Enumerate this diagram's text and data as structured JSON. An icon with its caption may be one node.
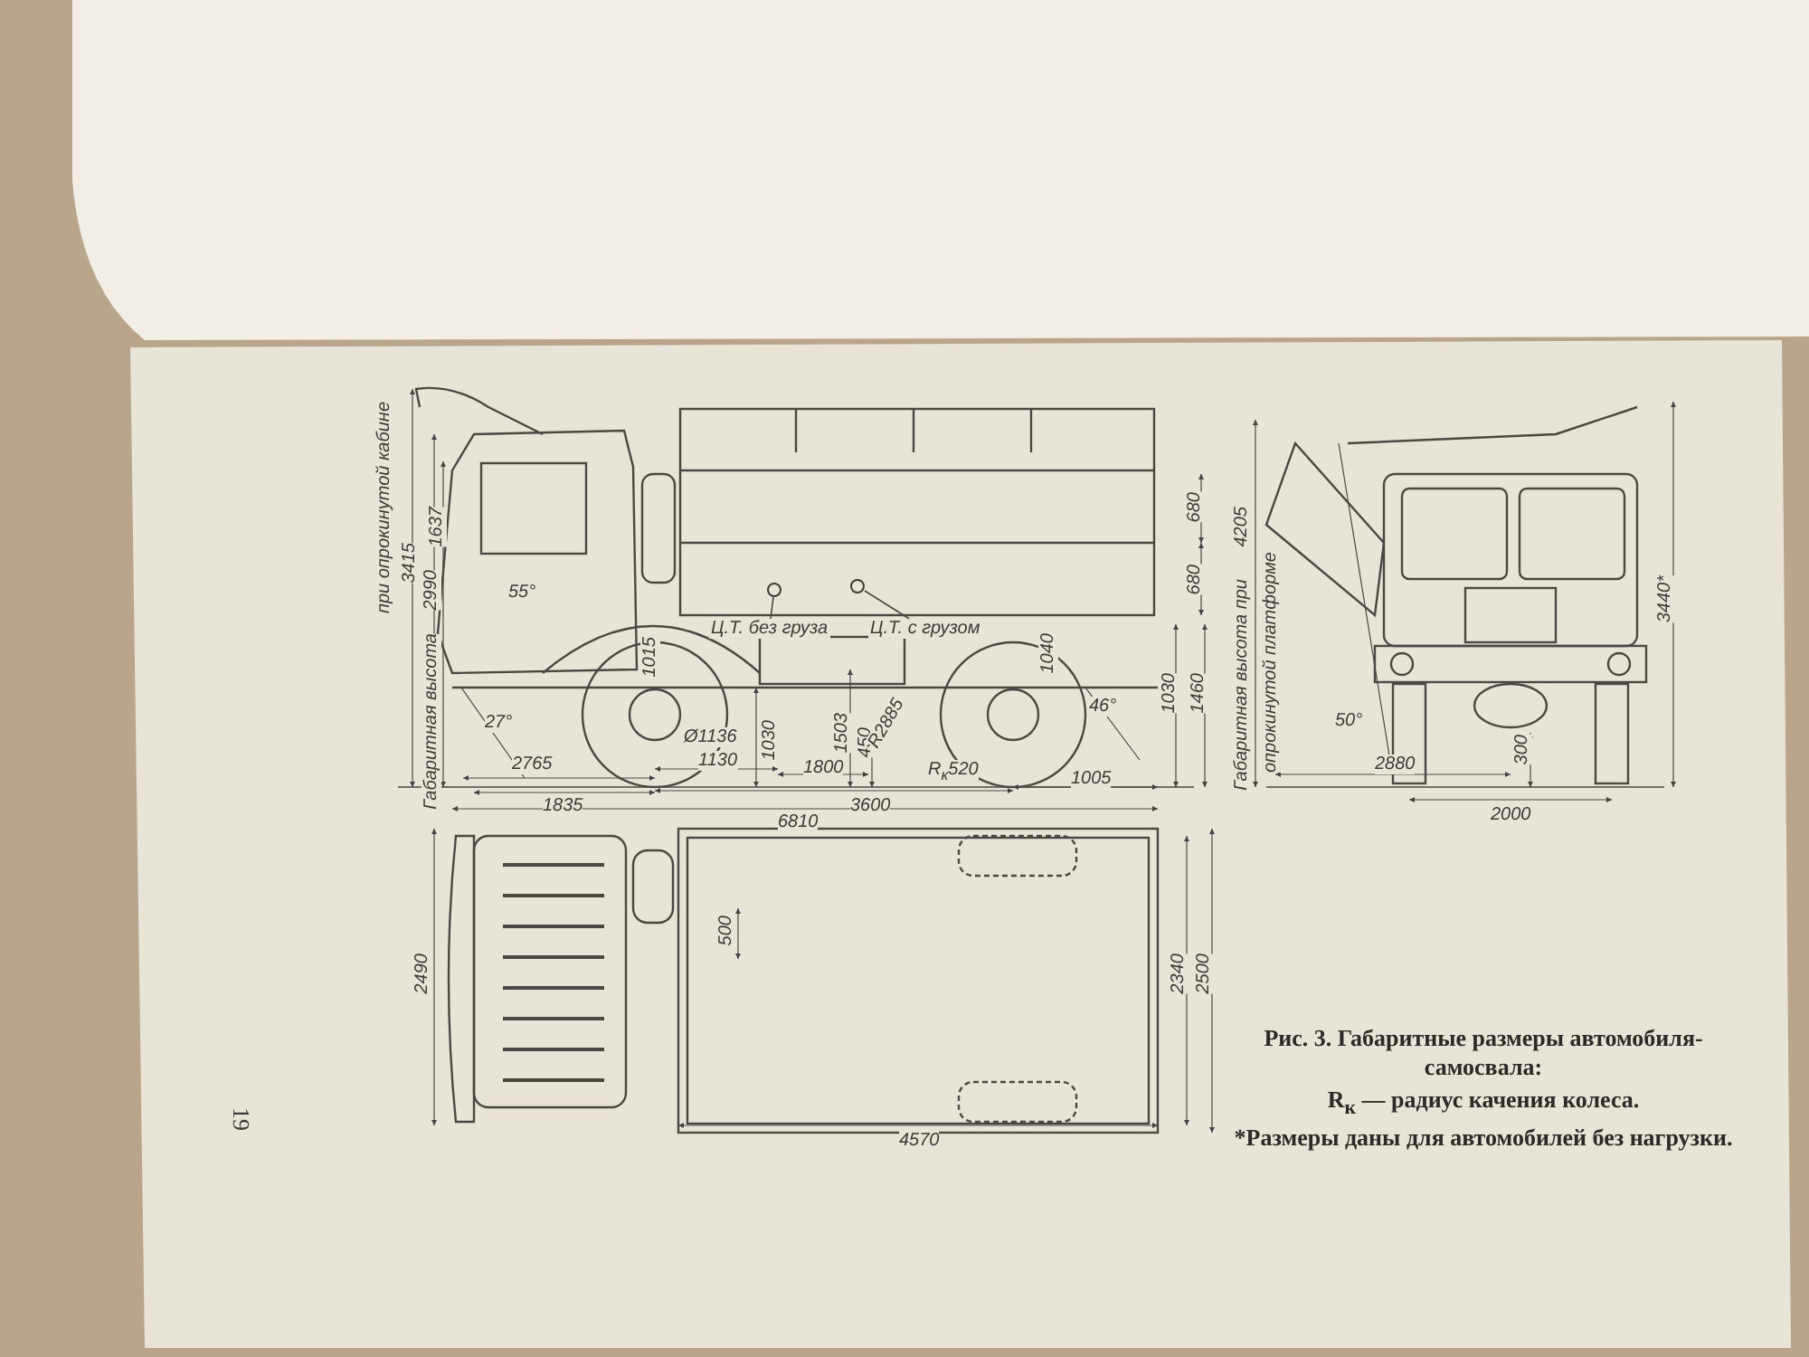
{
  "diagram": {
    "caption": "Рис. 3. Габаритные размеры автомобиля-самосвала:",
    "nodes": [
      {
        "text": [
          "Ц.Т. без груза"
        ]
      },
      {
        "text": [],
        "shape": "circle"
      },
      {
        "text": [
          "Ц.Т. с грузом"
        ]
      },
      {
        "text": [],
        "shape": "circle"
      }
    ],
    "edges": [
      {
        "from": 0,
        "to": 1,
        "arrow": "none"
      },
      {
        "from": 2,
        "to": 3,
        "arrow": "none"
      }
    ],
    "labels": [
      "3415",
      "при опрокинутой кабине",
      "Габаритная высота",
      "2990",
      "1637",
      "55°",
      "27°",
      "1015",
      "Ø1136",
      "1030",
      "1503",
      "450",
      "R2885",
      "R$_{к}$520",
      "1040",
      "46°",
      "680",
      "680",
      "1030",
      "1460",
      "2765",
      "1130",
      "1800",
      "1835",
      "3600",
      "1005",
      "6810",
      "Габаритная высота при",
      "4205",
      "опрокинутой платформе",
      "3440*",
      "50°",
      "300",
      "2880",
      "2000",
      "2490",
      "500",
      "2340",
      "2500",
      "4570",
      "R$_{к}$ — радиус качения колеса.",
      "*Размеры даны для автомобилей без нагрузки.",
      "19"
    ]
  }
}
